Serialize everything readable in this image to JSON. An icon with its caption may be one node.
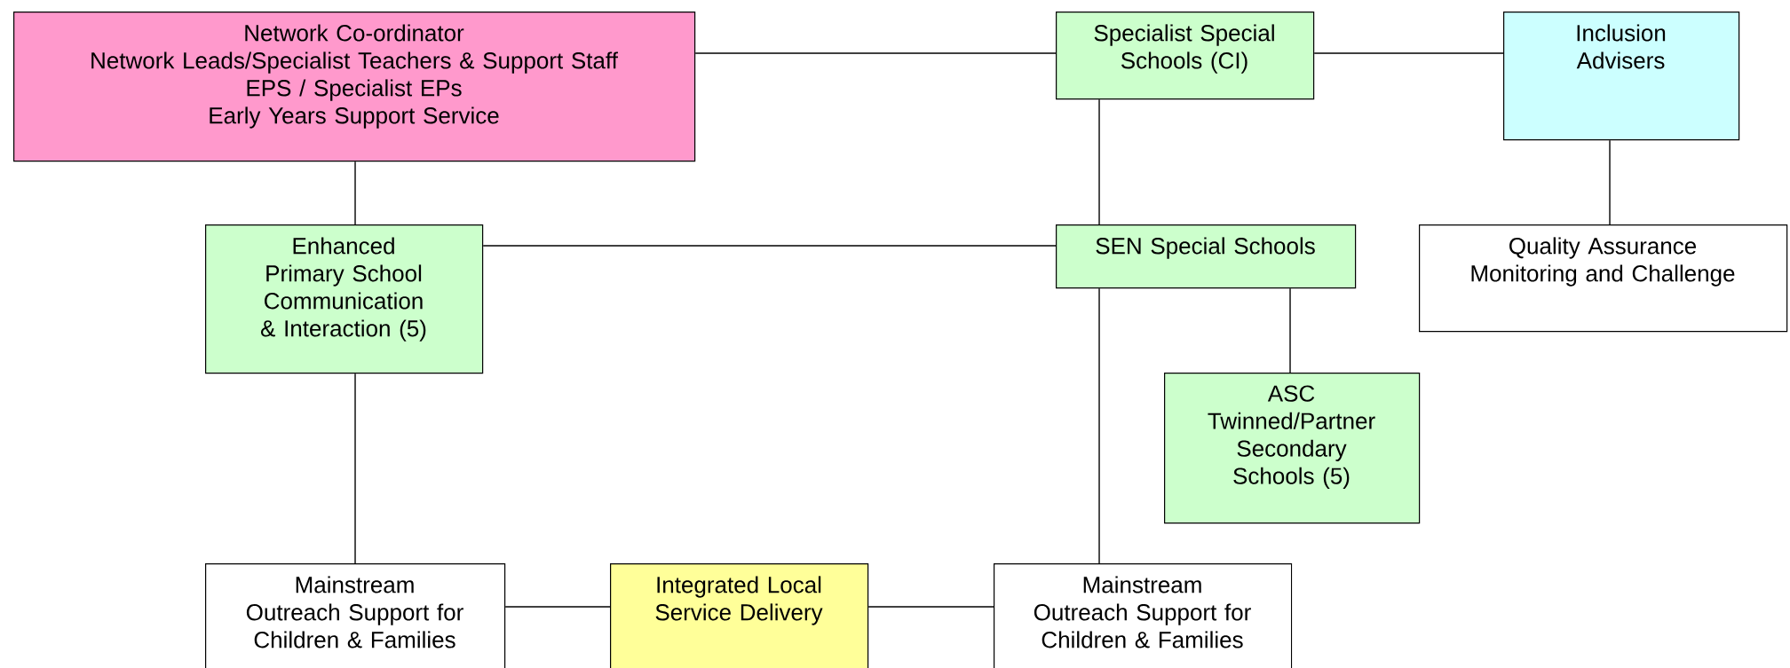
{
  "diagram": {
    "nodes": [
      {
        "text": [
          "Network Co-ordinator",
          "Network Leads/Specialist Teachers & Support Staff",
          "EPS / Specialist EPs",
          "Early Years Support Service"
        ]
      },
      {
        "text": [
          "Specialist Special Schools (CI)"
        ]
      },
      {
        "text": [
          "Inclusion Advisers"
        ]
      },
      {
        "text": [
          "Enhanced Primary School Communication & Interaction (5)"
        ]
      },
      {
        "text": [
          "SEN Special Schools"
        ]
      },
      {
        "text": [
          "Quality Assurance Monitoring and Challenge"
        ]
      },
      {
        "text": [
          "ASC Twinned/Partner Secondary Schools (5)"
        ]
      },
      {
        "text": [
          "Mainstream Outreach Support for Children & Families"
        ]
      },
      {
        "text": [
          "Integrated Local Service Delivery"
        ]
      },
      {
        "text": [
          "Mainstream Outreach Support for Children & Families"
        ]
      }
    ],
    "edges": [
      {
        "from": 0,
        "to": 1,
        "arrow": "none"
      },
      {
        "from": 1,
        "to": 2,
        "arrow": "none"
      },
      {
        "from": 0,
        "to": 3,
        "arrow": "none"
      },
      {
        "from": 3,
        "to": 4,
        "arrow": "none"
      },
      {
        "from": 1,
        "to": 4,
        "arrow": "none"
      },
      {
        "from": 2,
        "to": 5,
        "arrow": "none"
      },
      {
        "from": 4,
        "to": 6,
        "arrow": "none"
      },
      {
        "from": 4,
        "to": 9,
        "arrow": "none"
      },
      {
        "from": 3,
        "to": 7,
        "arrow": "none"
      },
      {
        "from": 7,
        "to": 8,
        "arrow": "none"
      },
      {
        "from": 8,
        "to": 9,
        "arrow": "none"
      }
    ]
  }
}
